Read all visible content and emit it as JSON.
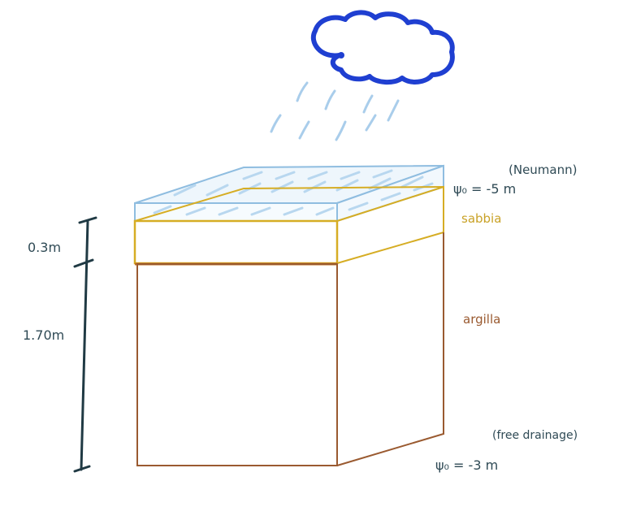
{
  "diagram": {
    "labels": {
      "neumann": "(Neumann)",
      "psi_top": "ψ₀ = -5 m",
      "sand": "sabbia",
      "clay": "argilla",
      "free_drainage": "(free drainage)",
      "psi_bottom": "ψ₀ = -3 m",
      "depth_top": "0.3m",
      "depth_bottom": "1.70m"
    },
    "colors": {
      "cloud": "#1f3fd1",
      "rain": "#a9cdeb",
      "water_layer": "#8fbde0",
      "sand": "#d6ad24",
      "clay": "#9a5a30",
      "boundary": "#c0701f",
      "scale": "#203a44",
      "text": "#2f4a55"
    }
  }
}
